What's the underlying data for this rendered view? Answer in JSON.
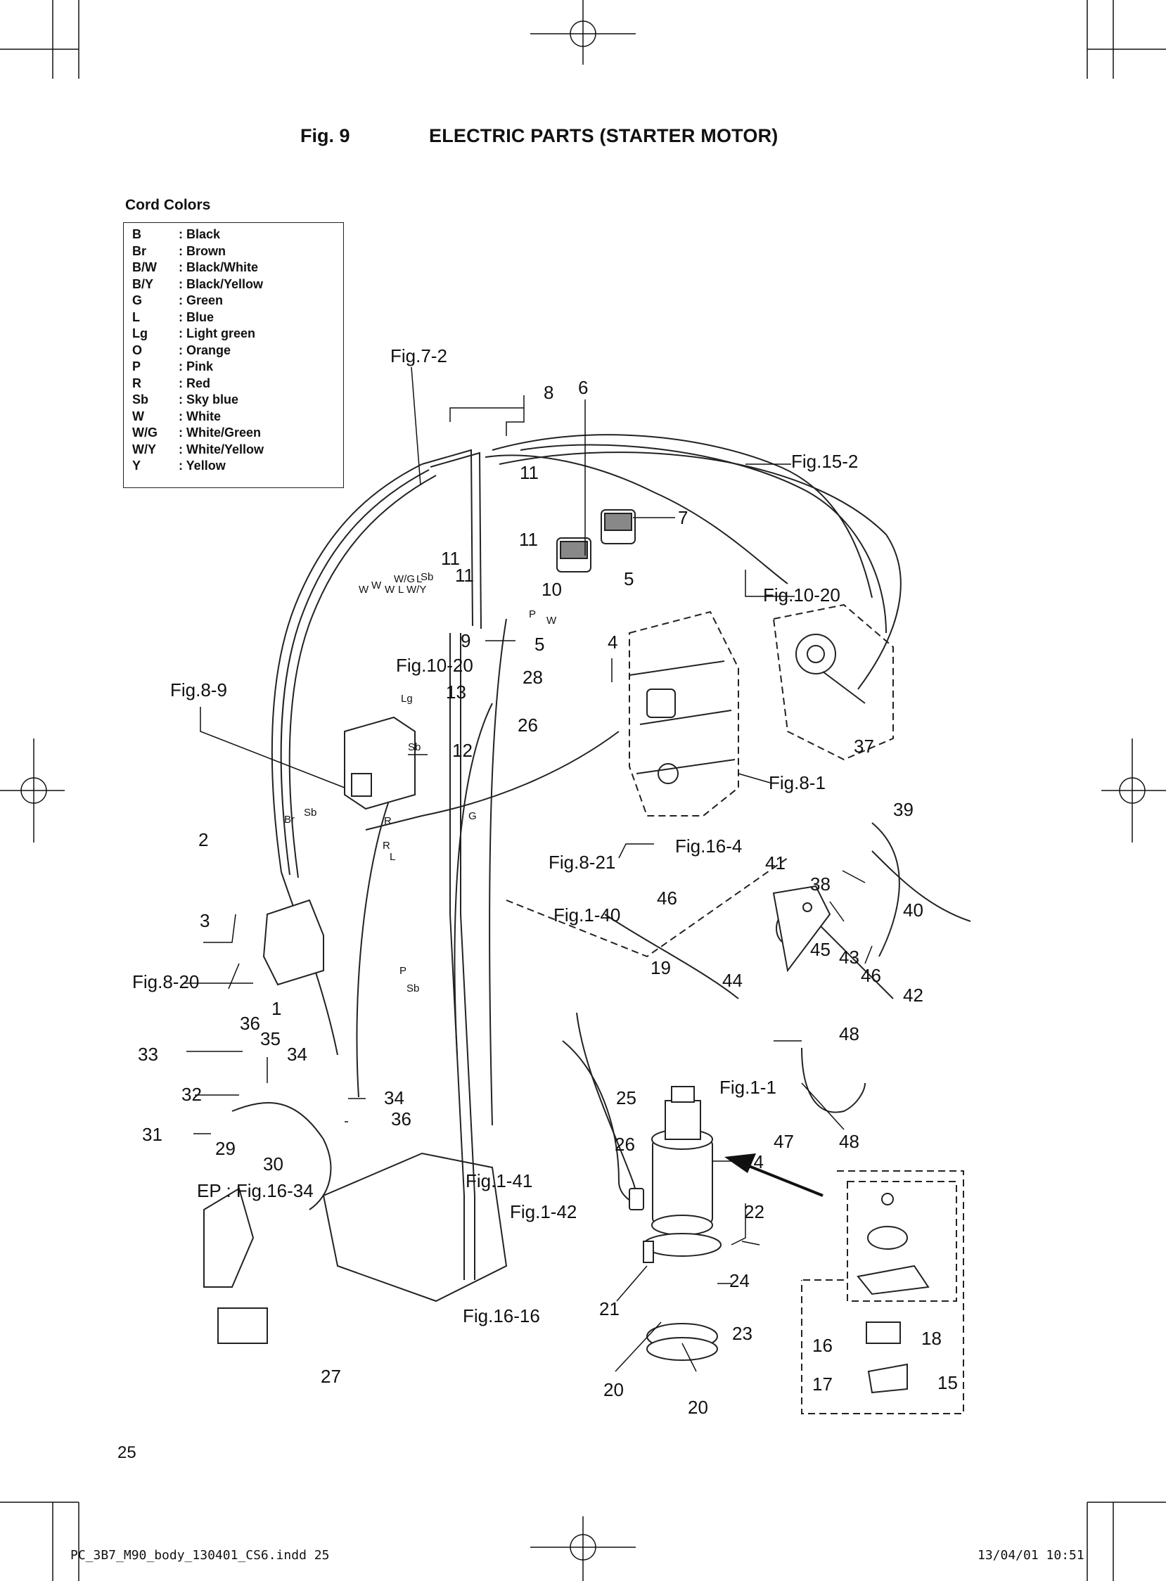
{
  "header": {
    "fig_label": "Fig. 9",
    "title": "ELECTRIC PARTS (STARTER MOTOR)"
  },
  "cord_colors": {
    "heading": "Cord Colors",
    "entries": [
      {
        "code": "B",
        "name": ": Black"
      },
      {
        "code": "Br",
        "name": ": Brown"
      },
      {
        "code": "B/W",
        "name": ": Black/White"
      },
      {
        "code": "B/Y",
        "name": ": Black/Yellow"
      },
      {
        "code": "G",
        "name": ": Green"
      },
      {
        "code": "L",
        "name": ": Blue"
      },
      {
        "code": "Lg",
        "name": ": Light green"
      },
      {
        "code": "O",
        "name": ": Orange"
      },
      {
        "code": "P",
        "name": ": Pink"
      },
      {
        "code": "R",
        "name": ": Red"
      },
      {
        "code": "Sb",
        "name": ": Sky blue"
      },
      {
        "code": "W",
        "name": ": White"
      },
      {
        "code": "W/G",
        "name": ": White/Green"
      },
      {
        "code": "W/Y",
        "name": ": White/Yellow"
      },
      {
        "code": "Y",
        "name": ": Yellow"
      }
    ]
  },
  "callouts": {
    "fig_7_2": "Fig.7-2",
    "fig_15_2": "Fig.15-2",
    "fig_10_20_a": "Fig.10-20",
    "fig_10_20_b": "Fig.10-20",
    "fig_8_9": "Fig.8-9",
    "fig_8_1": "Fig.8-1",
    "fig_8_21": "Fig.8-21",
    "fig_16_4": "Fig.16-4",
    "fig_1_40": "Fig.1-40",
    "fig_8_20": "Fig.8-20",
    "fig_1_1": "Fig.1-1",
    "fig_1_41": "Fig.1-41",
    "fig_1_42": "Fig.1-42",
    "fig_16_16": "Fig.16-16",
    "ep_fig_16_34": "EP : Fig.16-34"
  },
  "part_numbers": {
    "p1": "1",
    "p2": "2",
    "p3": "3",
    "p4": "4",
    "p5a": "5",
    "p5b": "5",
    "p6": "6",
    "p7": "7",
    "p8": "8",
    "p9": "9",
    "p10": "10",
    "p11a": "11",
    "p11b": "11",
    "p11c": "11",
    "p11d": "11",
    "p12": "12",
    "p13": "13",
    "p14": "14",
    "p15": "15",
    "p16": "16",
    "p17": "17",
    "p18": "18",
    "p19": "19",
    "p20a": "20",
    "p20b": "20",
    "p21": "21",
    "p22": "22",
    "p23": "23",
    "p24": "24",
    "p25": "25",
    "p26a": "26",
    "p26b": "26",
    "p27": "27",
    "p28": "28",
    "p29": "29",
    "p30": "30",
    "p31": "31",
    "p32": "32",
    "p33": "33",
    "p34a": "34",
    "p34b": "34",
    "p35": "35",
    "p36a": "36",
    "p36b": "36",
    "p37": "37",
    "p38": "38",
    "p39": "39",
    "p40": "40",
    "p41": "41",
    "p42": "42",
    "p43": "43",
    "p44": "44",
    "p45": "45",
    "p46a": "46",
    "p46b": "46",
    "p47": "47",
    "p48a": "48",
    "p48b": "48"
  },
  "wire_tags": {
    "w1": "W",
    "w2": "W",
    "w3": "W",
    "wg": "W/G",
    "l1": "L",
    "sb1": "Sb",
    "wy": "W/Y",
    "l2": "L",
    "p1": "P",
    "w4": "W",
    "lg": "Lg",
    "sb2": "Sb",
    "br": "Br",
    "sb3": "Sb",
    "g": "G",
    "r1": "R",
    "r2": "R",
    "l3": "L",
    "p2": "P",
    "sb4": "Sb"
  },
  "page_number": "25",
  "footer": {
    "file": "PC_3B7_M90_body_130401_CS6.indd 25",
    "date": "13/04/01 10:51"
  }
}
